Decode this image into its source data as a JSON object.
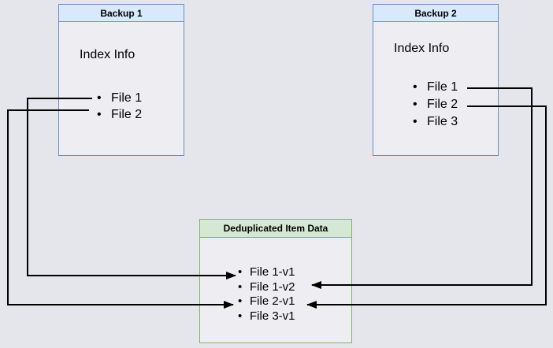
{
  "backup1": {
    "title": "Backup 1",
    "index_label": "Index Info",
    "files": [
      "File 1",
      "File 2"
    ]
  },
  "backup2": {
    "title": "Backup 2",
    "index_label": "Index Info",
    "files": [
      "File 1",
      "File 2",
      "File 3"
    ]
  },
  "dedup": {
    "title": "Deduplicated Item Data",
    "items": [
      "File 1-v1",
      "File 1-v2",
      "File 2-v1",
      "File 3-v1"
    ]
  },
  "connections": [
    {
      "from": "Backup 1 / File 1",
      "to": "File 1-v1"
    },
    {
      "from": "Backup 1 / File 2",
      "to": "File 2-v1"
    },
    {
      "from": "Backup 2 / File 1",
      "to": "File 1-v2"
    },
    {
      "from": "Backup 2 / File 2",
      "to": "File 2-v1"
    }
  ],
  "colors": {
    "canvas_bg": "#e5e5ec",
    "backup_header_fill": "#d9e8fb",
    "backup_border": "#6c8ebf",
    "dedup_header_fill": "#d5e8d4",
    "dedup_border": "#82b366",
    "connector_color": "#000000",
    "text_color": "#000000"
  }
}
